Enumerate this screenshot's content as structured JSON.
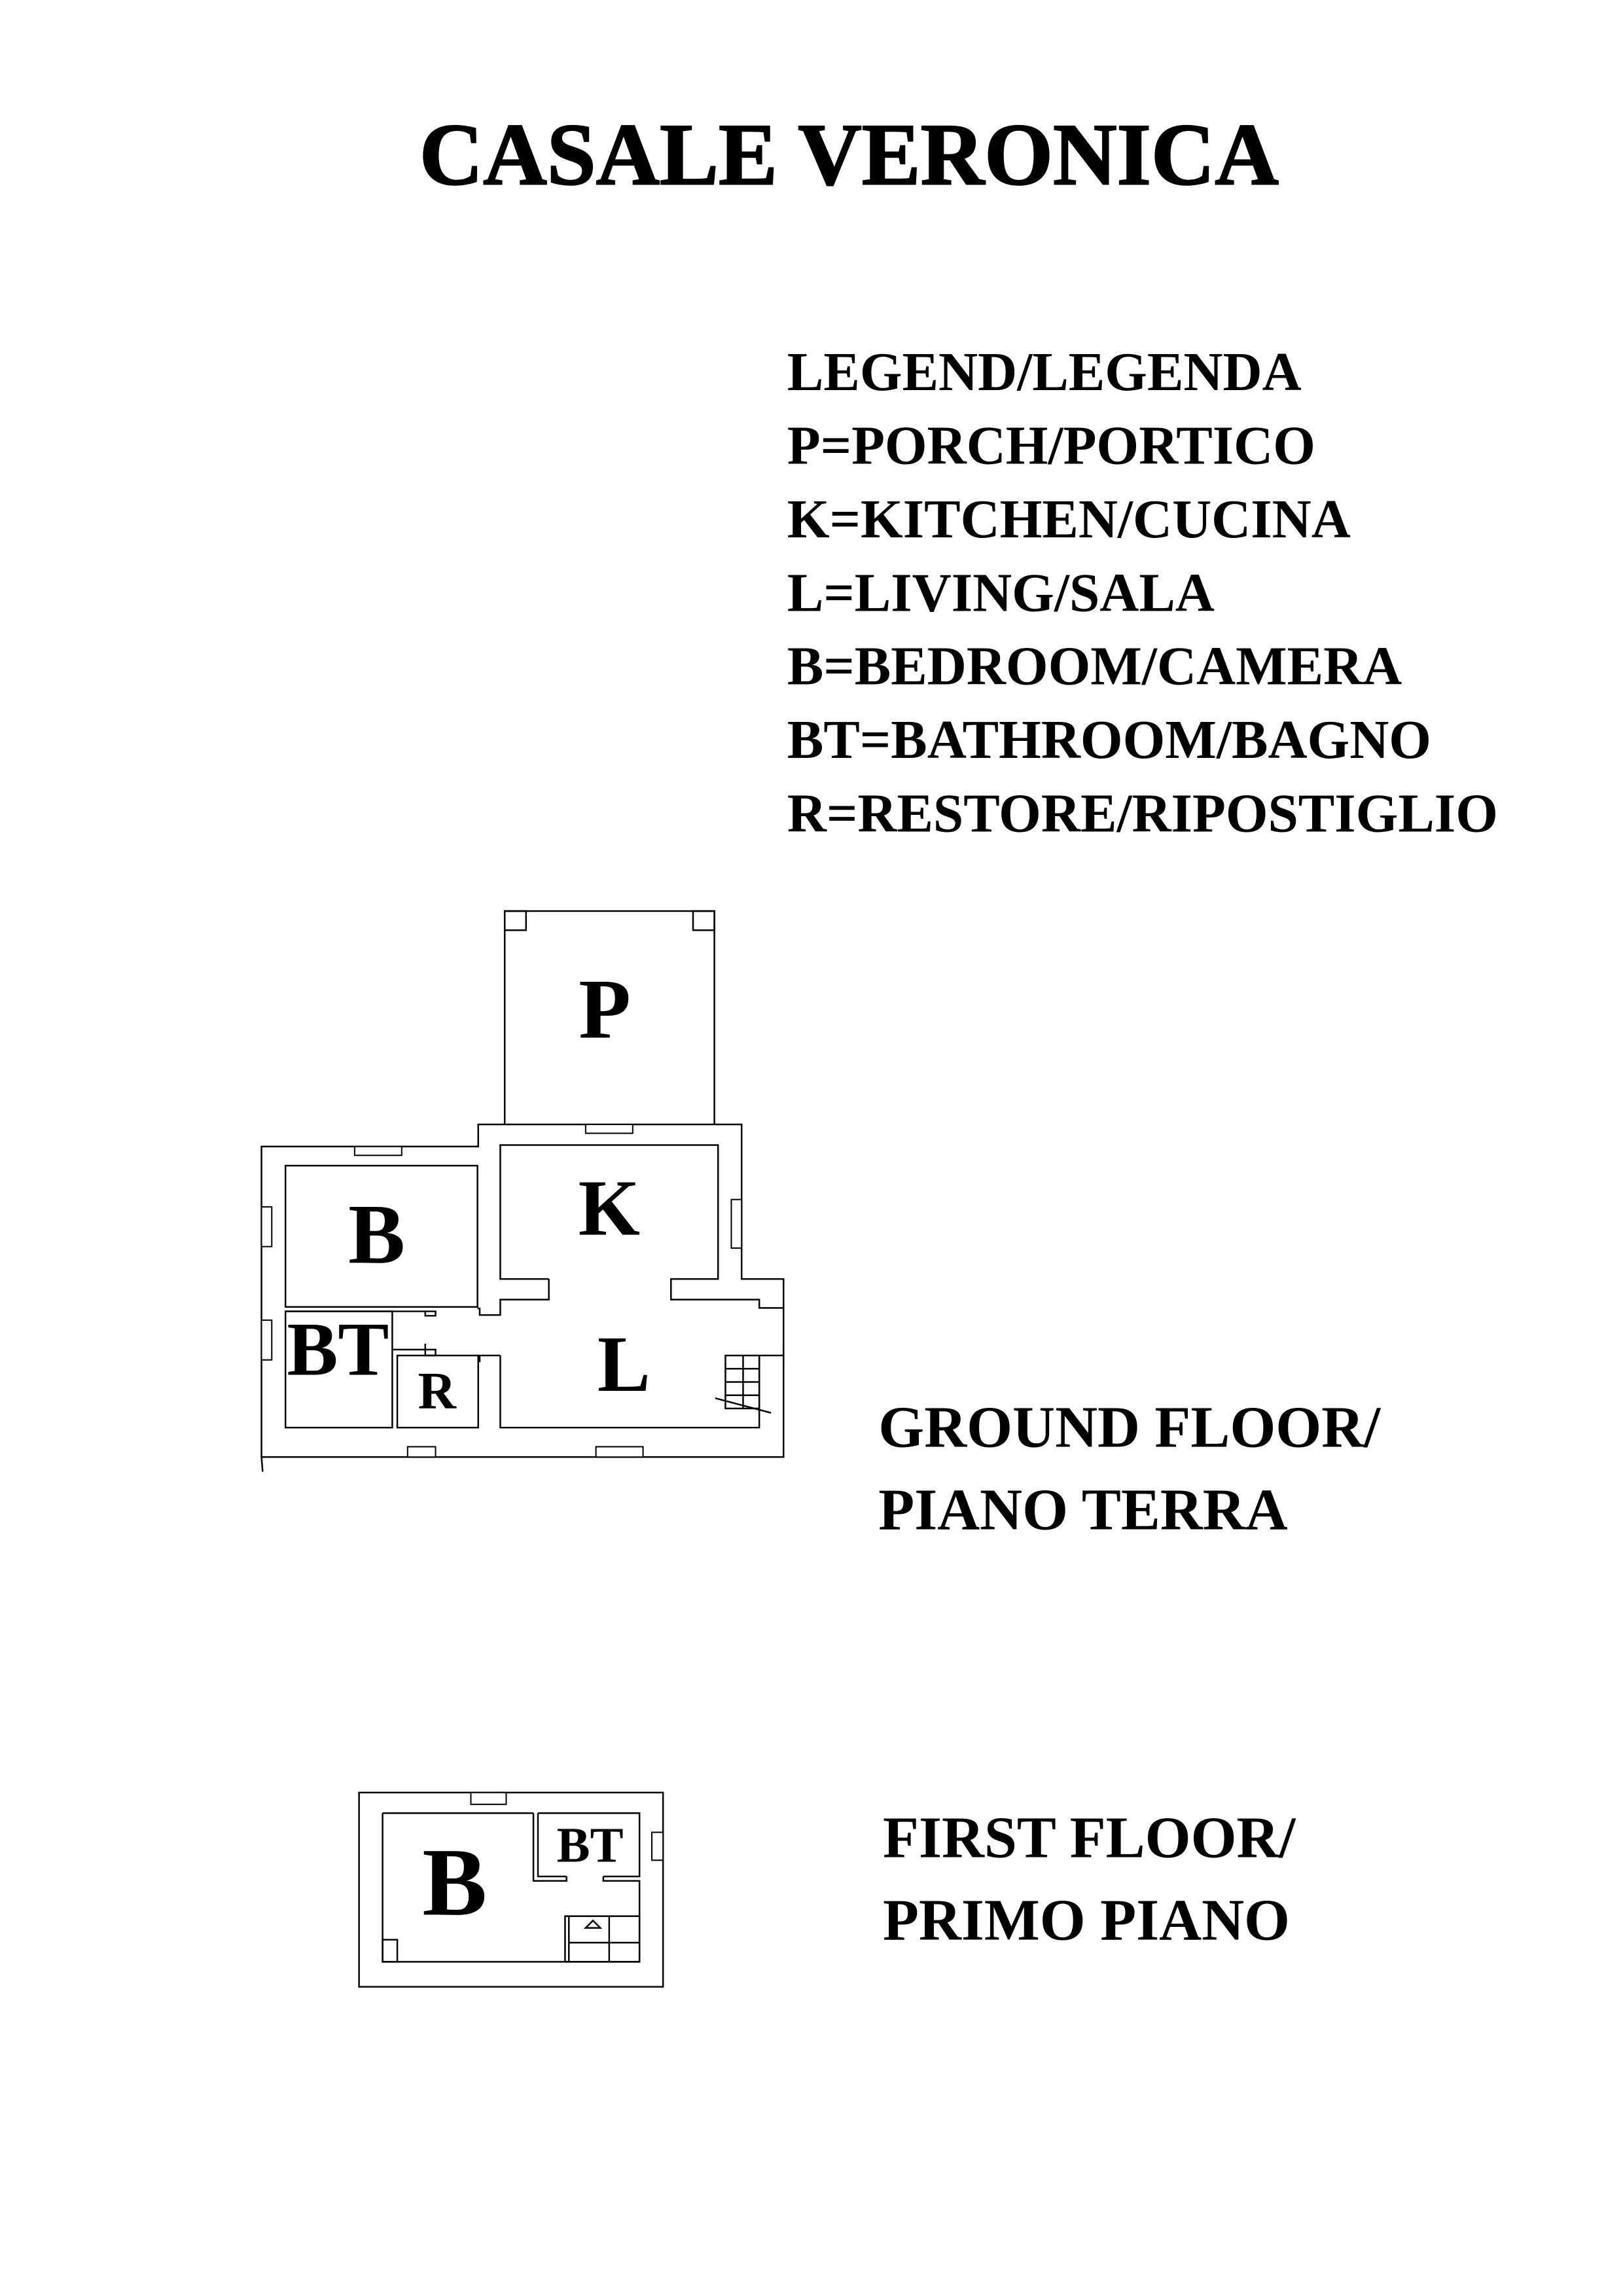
{
  "title": "CASALE VERONICA",
  "legend": [
    "LEGEND/LEGENDA",
    "P=PORCH/PORTICO",
    "K=KITCHEN/CUCINA",
    "L=LIVING/SALA",
    "B=BEDROOM/CAMERA",
    "BT=BATHROOM/BAGNO",
    "R=RESTORE/RIPOSTIGLIO"
  ],
  "ground_floor": {
    "caption": [
      "GROUND FLOOR/",
      "PIANO TERRA"
    ],
    "rooms": {
      "porch": "P",
      "kitchen": "K",
      "bedroom": "B",
      "bathroom": "BT",
      "restore": "R",
      "living": "L"
    }
  },
  "first_floor": {
    "caption": [
      "FIRST FLOOR/",
      "PRIMO PIANO"
    ],
    "rooms": {
      "bedroom": "B",
      "bathroom": "BT"
    }
  }
}
